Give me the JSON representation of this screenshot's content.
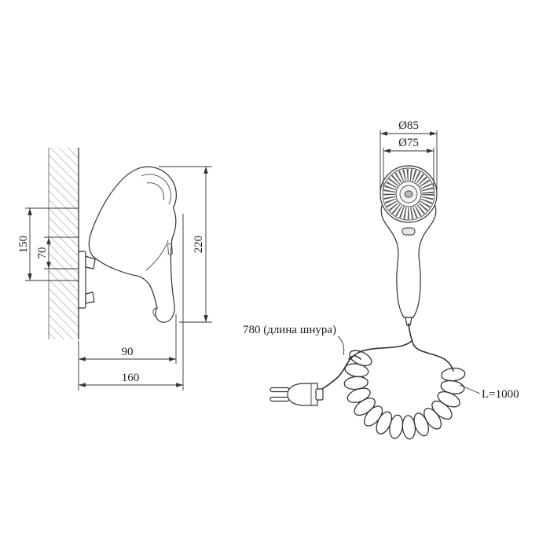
{
  "drawing": {
    "side_view": {
      "mount_spacing_large": "150",
      "mount_spacing_small": "70",
      "height_overall": "220",
      "depth_to_handle": "90",
      "depth_overall": "160"
    },
    "front_view": {
      "outer_diameter": "Ø85",
      "inner_diameter": "Ø75",
      "cord_length": "780 (длина шнура)",
      "coil_length": "L=1000"
    }
  }
}
